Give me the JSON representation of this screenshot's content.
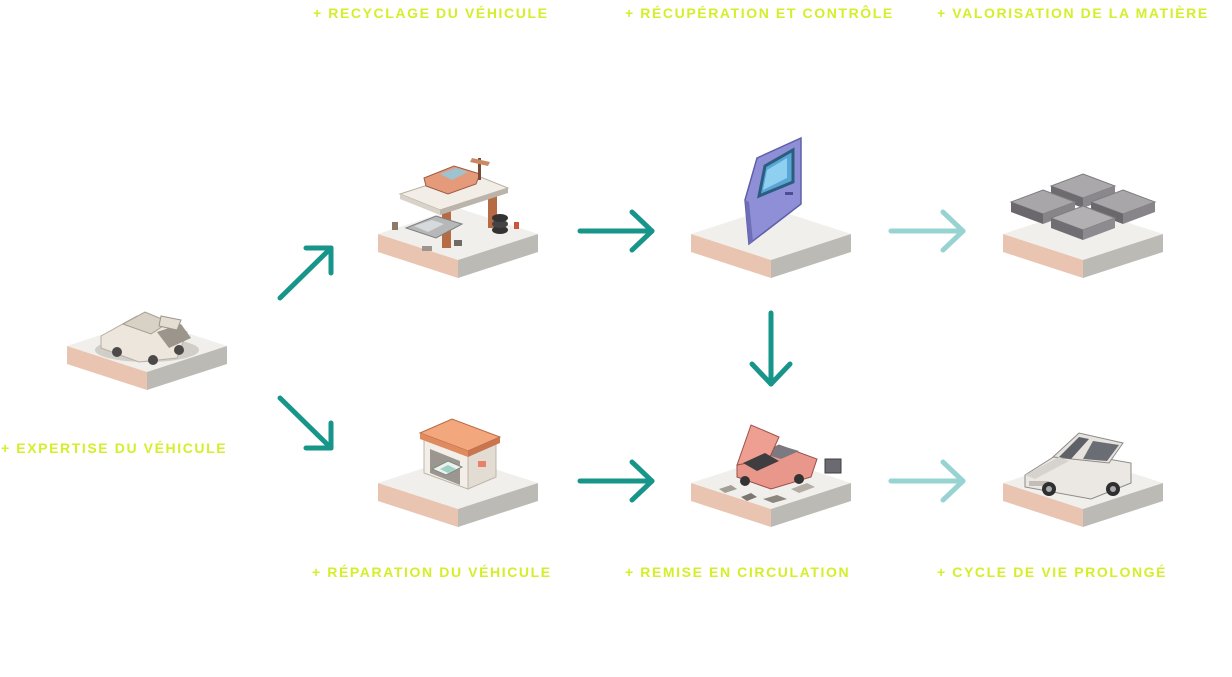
{
  "colors": {
    "label": "#d4ef2a",
    "arrow_primary": "#17958a",
    "arrow_secondary": "#97d3d0",
    "tile_top": "#f1efeb",
    "tile_left": "#e9c4b0",
    "tile_right": "#bcbab5"
  },
  "labels": {
    "expertise": "+ EXPERTISE DU VÉHICULE",
    "recyclage": "+ RECYCLAGE DU VÉHICULE",
    "recuperation": "+ RÉCUPÉRATION ET CONTRÔLE",
    "valorisation": "+ VALORISATION DE LA MATIÈRE",
    "reparation": "+ RÉPARATION DU VÉHICULE",
    "remise": "+ REMISE EN CIRCULATION",
    "cycle": "+ CYCLE DE VIE PROLONGÉ"
  },
  "nodes": [
    {
      "id": "expertise",
      "illustration": "damaged-car-icon"
    },
    {
      "id": "recyclage",
      "illustration": "scrapyard-car-lift-icon"
    },
    {
      "id": "recuperation",
      "illustration": "car-door-icon"
    },
    {
      "id": "valorisation",
      "illustration": "metal-blocks-icon"
    },
    {
      "id": "reparation",
      "illustration": "garage-icon"
    },
    {
      "id": "remise",
      "illustration": "car-repair-open-hood-icon"
    },
    {
      "id": "cycle",
      "illustration": "restored-sedan-icon"
    }
  ],
  "edges": [
    {
      "from": "expertise",
      "to": "recyclage",
      "style": "primary"
    },
    {
      "from": "expertise",
      "to": "reparation",
      "style": "primary"
    },
    {
      "from": "recyclage",
      "to": "recuperation",
      "style": "primary"
    },
    {
      "from": "recuperation",
      "to": "valorisation",
      "style": "secondary"
    },
    {
      "from": "recuperation",
      "to": "remise",
      "style": "primary"
    },
    {
      "from": "reparation",
      "to": "remise",
      "style": "primary"
    },
    {
      "from": "remise",
      "to": "cycle",
      "style": "secondary"
    }
  ]
}
